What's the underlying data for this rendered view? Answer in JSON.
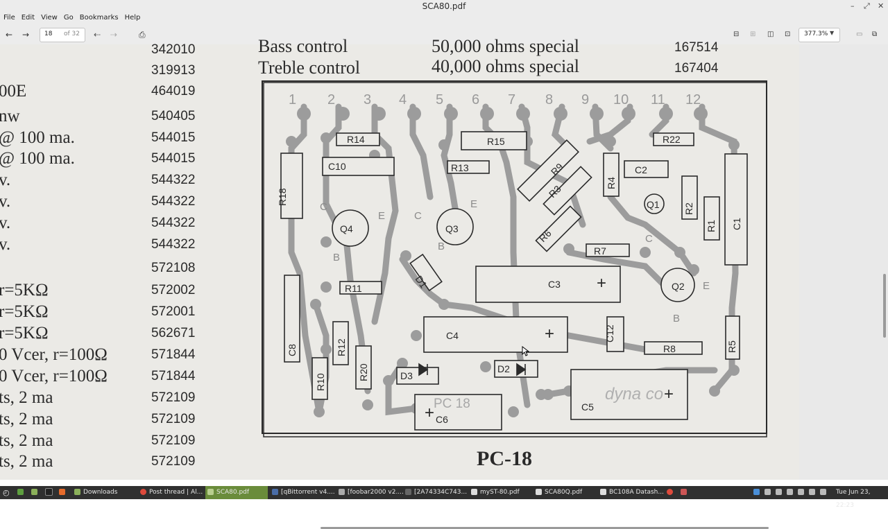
{
  "window": {
    "title": "SCA80.pdf",
    "minimize_glyph": "–",
    "restore_glyph": "⤢",
    "close_glyph": "✕"
  },
  "menu": [
    "File",
    "Edit",
    "View",
    "Go",
    "Bookmarks",
    "Help"
  ],
  "toolbar": {
    "page_current": "18",
    "page_total": "of 32",
    "zoom": "377.3%"
  },
  "document": {
    "header_rows": [
      {
        "label": "Bass control",
        "value": "50,000 ohms special",
        "part": "167514"
      },
      {
        "label": "Treble control",
        "value": "40,000 ohms special",
        "part": "167404"
      }
    ],
    "left_rows": [
      {
        "desc": "",
        "part": "342010"
      },
      {
        "desc": "",
        "part": "319913"
      },
      {
        "desc": "00E",
        "part": "464019"
      },
      {
        "desc": "nw",
        "part": "540405"
      },
      {
        "desc": "@ 100 ma.",
        "part": "544015"
      },
      {
        "desc": "@ 100 ma.",
        "part": "544015"
      },
      {
        "desc": "v.",
        "part": "544322"
      },
      {
        "desc": "v.",
        "part": "544322"
      },
      {
        "desc": "v.",
        "part": "544322"
      },
      {
        "desc": "v.",
        "part": "544322"
      },
      {
        "desc": "",
        "part": "572108"
      },
      {
        "desc": "r=5KΩ",
        "part": "572002"
      },
      {
        "desc": "r=5KΩ",
        "part": "572001"
      },
      {
        "desc": "r=5KΩ",
        "part": "562671"
      },
      {
        "desc": "0 Vcer, r=100Ω",
        "part": "571844"
      },
      {
        "desc": "0 Vcer, r=100Ω",
        "part": "571844"
      },
      {
        "desc": "ts,  2 ma",
        "part": "572109"
      },
      {
        "desc": "ts,  2 ma",
        "part": "572109"
      },
      {
        "desc": "ts,  2 ma",
        "part": "572109"
      },
      {
        "desc": "ts,  2 ma",
        "part": "572109"
      }
    ],
    "board": {
      "caption": "PC-18",
      "silk_label": "PC 18",
      "logo": "dyna co",
      "pins": [
        "1",
        "2",
        "3",
        "4",
        "5",
        "6",
        "7",
        "8",
        "9",
        "10",
        "11",
        "12"
      ],
      "resistors": [
        "R14",
        "R15",
        "R22",
        "C10",
        "R13",
        "R9",
        "C2",
        "R18",
        "R3",
        "R4",
        "Q1",
        "R2",
        "R1",
        "C1",
        "R6",
        "R7",
        "R11",
        "D1",
        "C3",
        "Q2",
        "C4",
        "C12",
        "R12",
        "R8",
        "R5",
        "C8",
        "R10",
        "R20",
        "D3",
        "D2",
        "C6",
        "C5",
        "Q3",
        "Q4"
      ],
      "transistor_pins": [
        "C",
        "E",
        "B",
        "C",
        "E",
        "B",
        "C",
        "E",
        "B"
      ],
      "plus": "+"
    }
  },
  "taskbar": {
    "items": [
      "Downloads",
      "Post thread | Al...",
      "SCA80.pdf",
      "[qBittorrent v4....",
      "[foobar2000 v2....",
      "[2A74334C743...",
      "myST-80.pdf",
      "SCA80Q.pdf",
      "BC108A Datash..."
    ],
    "clock": "Tue Jun 23, 22:23"
  },
  "colors": {
    "active_task": "#6a8c3b",
    "paper": "#ebeae6",
    "ink": "#2a2a2a"
  }
}
